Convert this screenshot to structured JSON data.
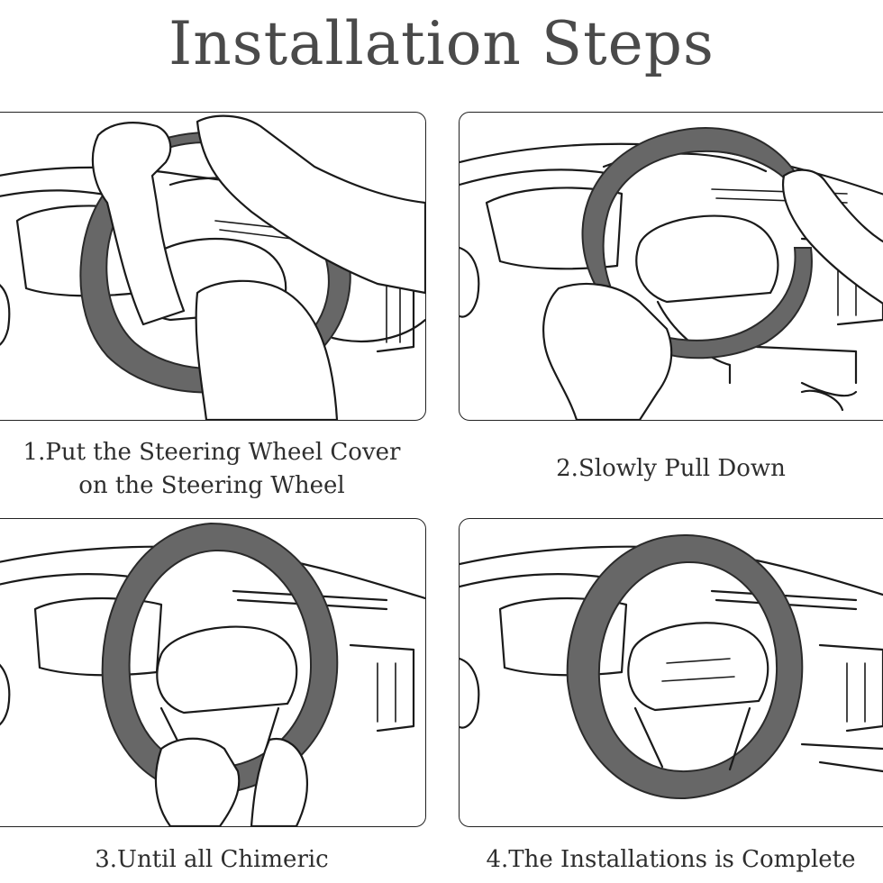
{
  "title": "Installation Steps",
  "steps": [
    {
      "number": "1.",
      "text_line1": "Put the Steering Wheel Cover",
      "text_line2": "on the Steering Wheel"
    },
    {
      "number": "2.",
      "text_line1": "Slowly Pull Down",
      "text_line2": ""
    },
    {
      "number": "3.",
      "text_line1": "Until all Chimeric",
      "text_line2": ""
    },
    {
      "number": "4.",
      "text_line1": "The Installations is Complete",
      "text_line2": ""
    }
  ],
  "colors": {
    "cover": "#676767",
    "outline": "#1a1a1a",
    "title": "#4a4a4a",
    "background": "#ffffff"
  }
}
